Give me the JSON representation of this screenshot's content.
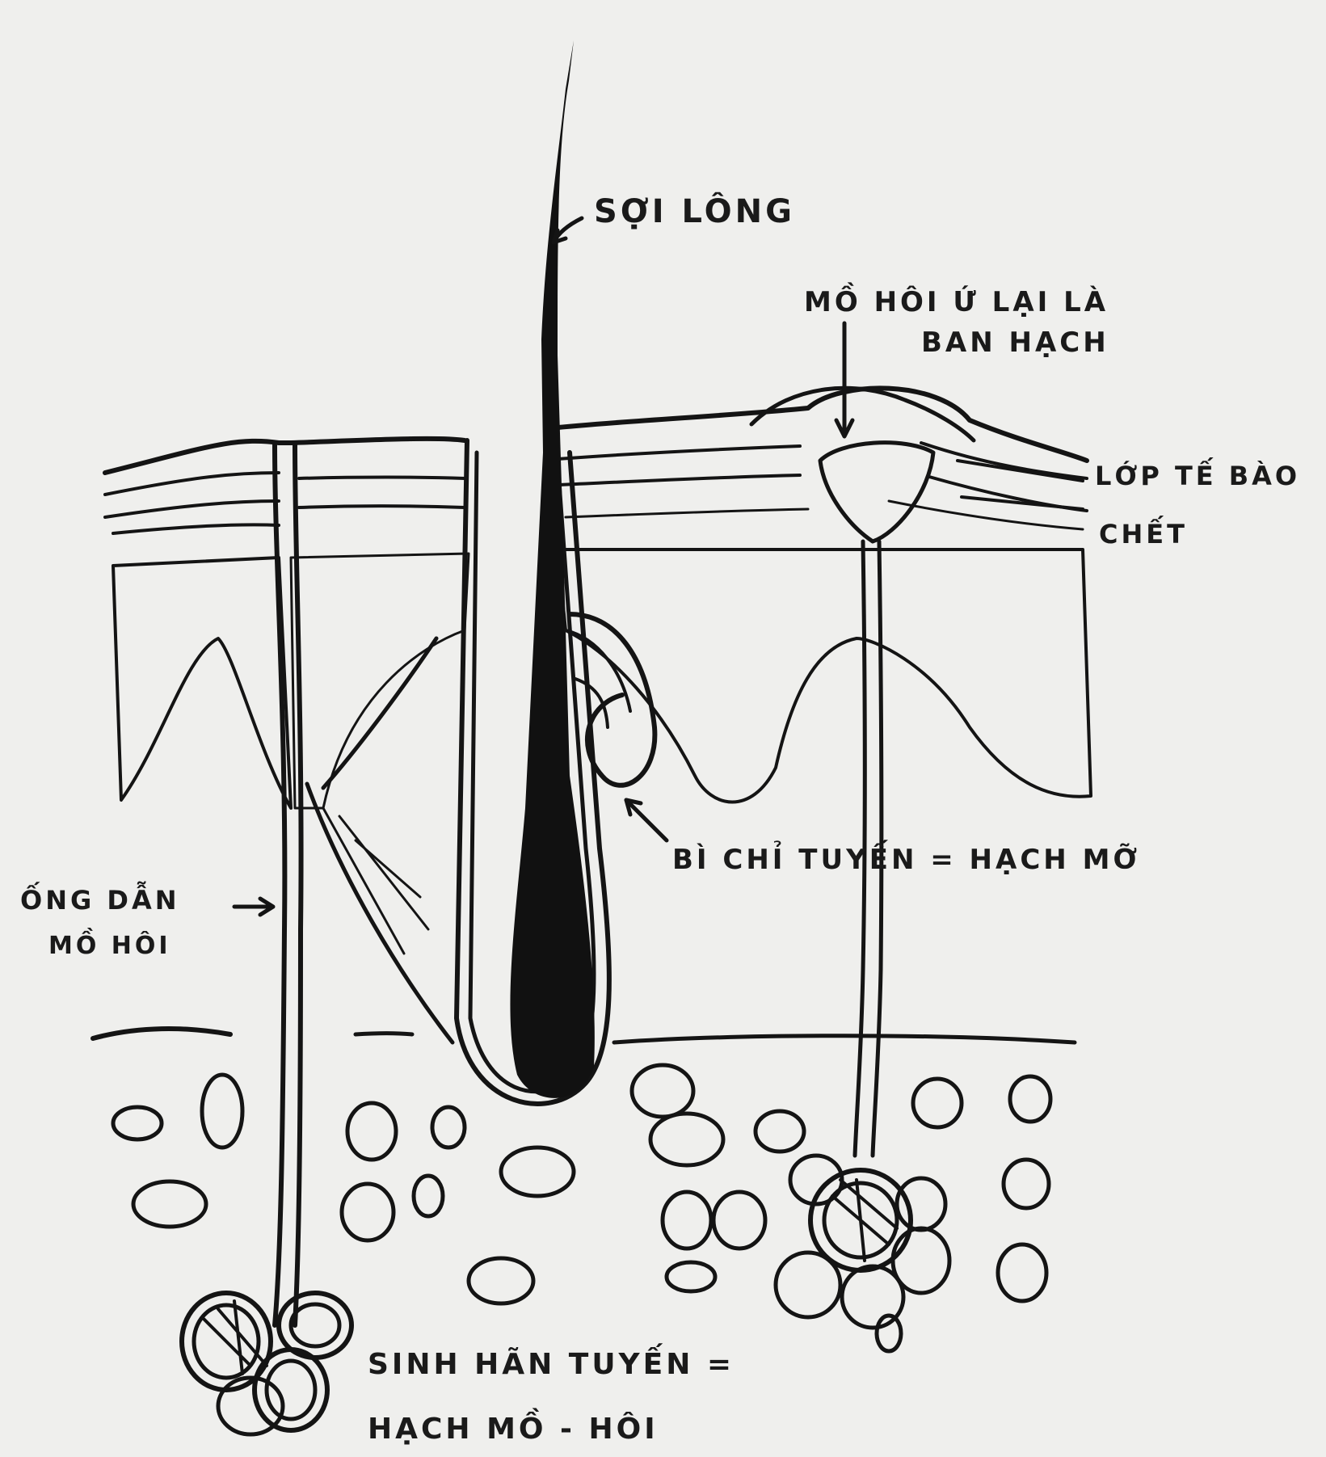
{
  "diagram": {
    "labels": {
      "hair": "SỢI LÔNG",
      "blister_line1": "MỒ HÔI Ứ LẠI LÀ",
      "blister_line2": "BAN HẠCH",
      "dead_cells_line1": "LỚP TẾ BÀO",
      "dead_cells_line2": "CHẾT",
      "sebaceous": "BÌ CHỈ TUYẾN = HẠCH MỠ",
      "duct_line1": "ỐNG DẪN",
      "duct_line2": "MỒ HÔI",
      "sweat_gland_line1": "SINH HÃN TUYẾN =",
      "sweat_gland_line2": "HẠCH MỒ - HÔI"
    }
  }
}
